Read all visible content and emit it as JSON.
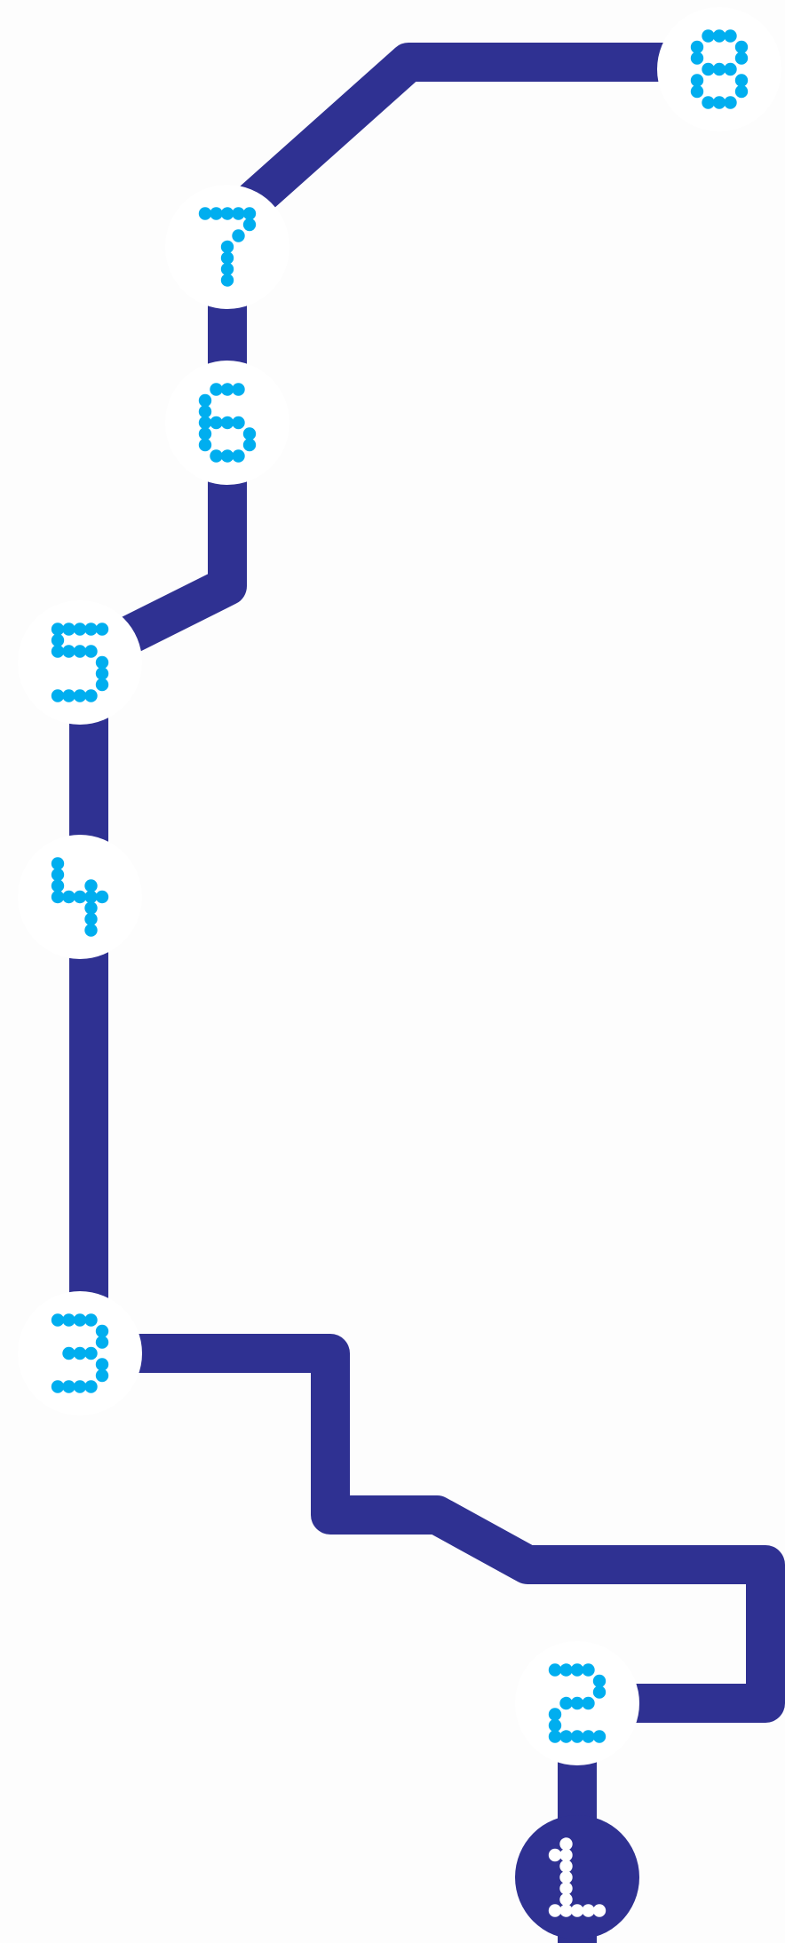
{
  "colors": {
    "path": "#2f3192",
    "dot_accent": "#00aeef",
    "dot_on_dark": "#ffffff",
    "node_fill": "#ffffff",
    "node_fill_active": "#2f3192",
    "background": "#fdfdfd"
  },
  "stations": [
    {
      "number": "1",
      "active": true
    },
    {
      "number": "2",
      "active": false
    },
    {
      "number": "3",
      "active": false
    },
    {
      "number": "4",
      "active": false
    },
    {
      "number": "5",
      "active": false
    },
    {
      "number": "6",
      "active": false
    },
    {
      "number": "7",
      "active": false
    },
    {
      "number": "8",
      "active": false
    }
  ]
}
